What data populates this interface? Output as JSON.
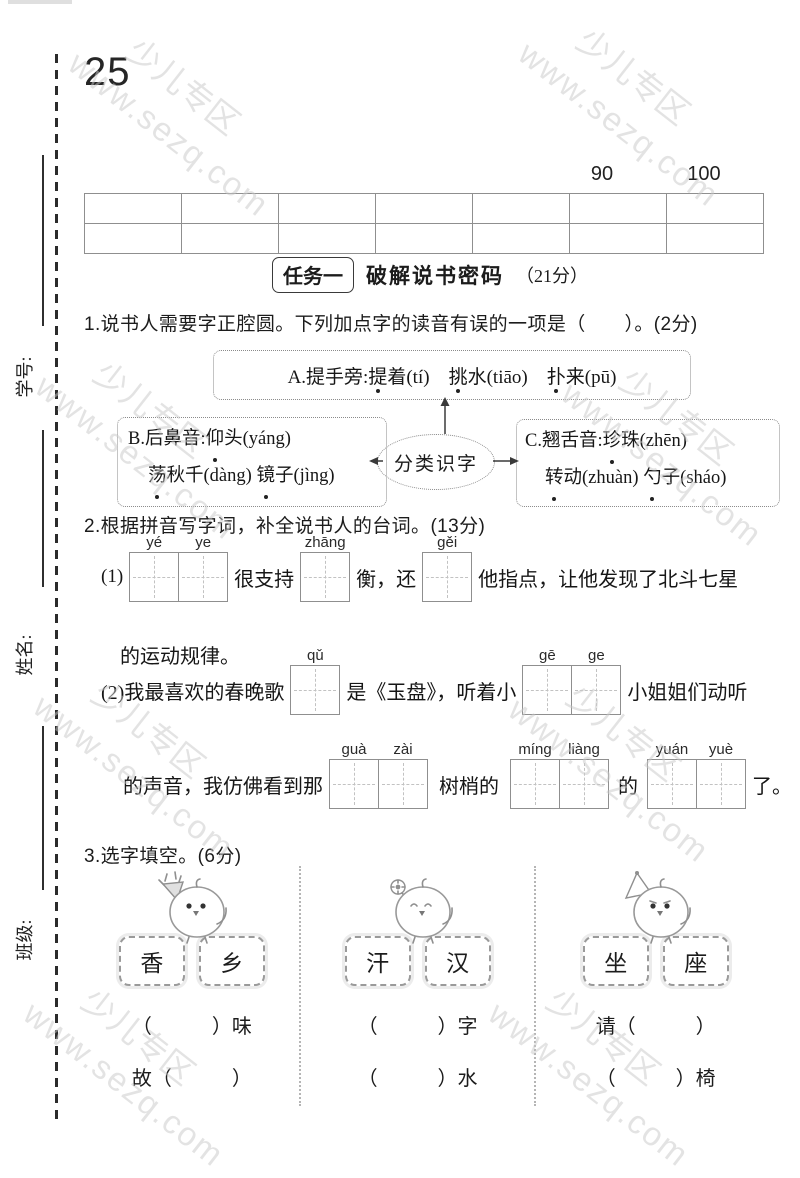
{
  "page": {
    "number": "25"
  },
  "watermark": {
    "l1": "少儿专区",
    "l2": "www.sezq.com",
    "color": "#c9c9c9"
  },
  "sidebar": {
    "labels": [
      "学号:",
      "姓名:",
      "班级:"
    ]
  },
  "score_table": {
    "marks": [
      "90",
      "100"
    ],
    "columns": 7,
    "rows": 2
  },
  "task_header": {
    "badge": "任务一",
    "title": "破解说书密码",
    "score": "（21分）"
  },
  "q1": {
    "pre": "1.说书人需要字正腔圆。下列加点字的读音有误的一项是",
    "blank": "（　　）",
    "post": "。(2分)"
  },
  "diagram": {
    "center": "分类识字",
    "a": {
      "p0": "A.提手旁:",
      "d1": "提",
      "p1": "着(tí)　",
      "d2": "挑",
      "p2": "水(tiāo)　",
      "d3": "扑",
      "p3": "来(pū)"
    },
    "b": {
      "l1p0": "B.后鼻音:",
      "l1d1": "仰",
      "l1p1": "头(yáng)",
      "l2d1": "荡",
      "l2p1": "秋千(dàng) ",
      "l2d2": "镜",
      "l2p2": "子(jìng)"
    },
    "c": {
      "l1p0": "C.翘舌音:",
      "l1d1": "珍",
      "l1p1": "珠(zhēn)",
      "l2d1": "转",
      "l2p1": "动(zhuàn) ",
      "l2d2": "勺",
      "l2p2": "子(sháo)"
    }
  },
  "q2": {
    "stem": "2.根据拼音写字词，补全说书人的台词。(13分)",
    "i1": {
      "num": "(1)",
      "py1": [
        "yé",
        "ye"
      ],
      "t1": "很支持",
      "py2": [
        "zhāng"
      ],
      "t2": "衡，还",
      "py3": [
        "gěi"
      ],
      "t3": "他指点，让他发现了北斗七星",
      "cont": "的运动规律。"
    },
    "i2": {
      "t0": "(2)我最喜欢的春晚歌",
      "py1": [
        "qǔ"
      ],
      "t1": "是《玉盘》，听着小",
      "py2": [
        "gē",
        "ge"
      ],
      "t2": "小姐姐们动听",
      "t3": "的声音，我仿佛看到那",
      "py3": [
        "guà",
        "zài"
      ],
      "t4": "树梢的",
      "py4": [
        "míng",
        "liàng"
      ],
      "t5": "的",
      "py5": [
        "yuán",
        "yuè"
      ],
      "t6": "了。"
    }
  },
  "q3": {
    "stem": "3.选字填空。(6分)",
    "groups": [
      {
        "bird_icon": "bird-party-horn-icon",
        "chars": [
          "香",
          "乡"
        ],
        "blanks": [
          "（　　　）味",
          "故（　　　）"
        ]
      },
      {
        "bird_icon": "bird-flower-icon",
        "chars": [
          "汗",
          "汉"
        ],
        "blanks": [
          "（　　　）字",
          "（　　　）水"
        ]
      },
      {
        "bird_icon": "bird-party-hat-icon",
        "chars": [
          "坐",
          "座"
        ],
        "blanks": [
          "请（　　　）",
          "（　　　）椅"
        ]
      }
    ]
  }
}
